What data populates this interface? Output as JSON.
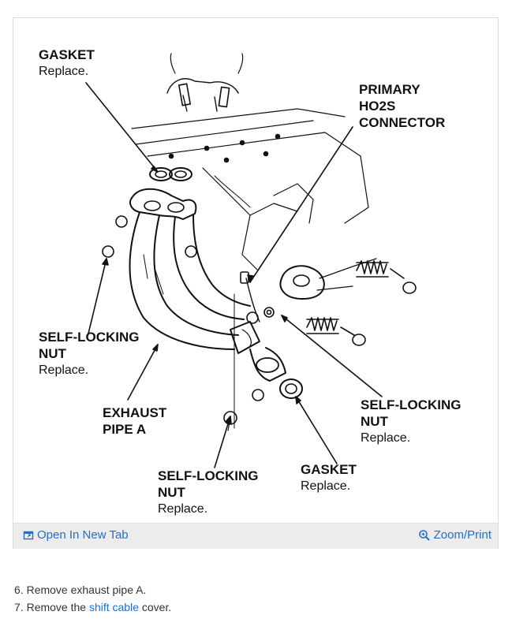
{
  "diagram": {
    "labels": {
      "gasket_top": {
        "title": "GASKET",
        "sub": "Replace."
      },
      "primary_ho2s": {
        "line1": "PRIMARY",
        "line2": "HO2S",
        "line3": "CONNECTOR"
      },
      "nut_left": {
        "line1": "SELF-LOCKING",
        "line2": "NUT",
        "sub": "Replace."
      },
      "exhaust_pipe": {
        "line1": "EXHAUST",
        "line2": "PIPE A"
      },
      "nut_bottom": {
        "line1": "SELF-LOCKING",
        "line2": "NUT",
        "sub": "Replace."
      },
      "gasket_bottom": {
        "title": "GASKET",
        "sub": "Replace."
      },
      "nut_right": {
        "line1": "SELF-LOCKING",
        "line2": "NUT",
        "sub": "Replace."
      }
    }
  },
  "toolbar": {
    "open_tab_label": "Open In New Tab",
    "zoom_label": "Zoom/Print",
    "link_color": "#2a6ebb"
  },
  "steps": [
    {
      "num": "6.",
      "text": "Remove exhaust pipe A."
    },
    {
      "num": "7.",
      "pre": "Remove the ",
      "link": "shift cable",
      "post": " cover."
    }
  ]
}
